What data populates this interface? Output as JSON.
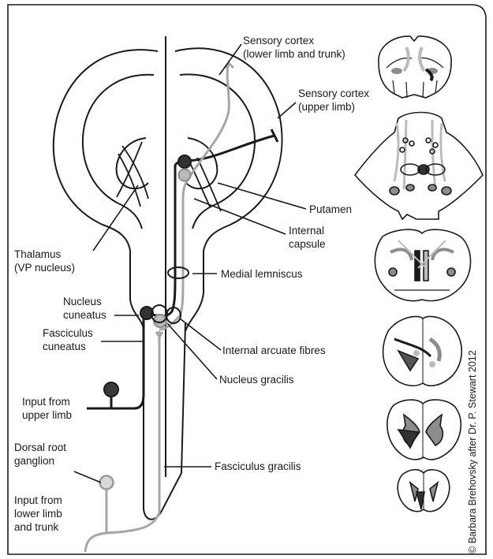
{
  "labels": {
    "sensory_cortex_lower": [
      "Sensory cortex",
      "(lower limb and trunk)"
    ],
    "sensory_cortex_upper": [
      "Sensory cortex",
      "(upper limb)"
    ],
    "putamen": "Putamen",
    "internal_capsule": [
      "Internal",
      "capsule"
    ],
    "thalamus": [
      "Thalamus",
      "(VP nucleus)"
    ],
    "medial_lemniscus": "Medial lemniscus",
    "nucleus_cuneatus": [
      "Nucleus",
      "cuneatus"
    ],
    "internal_arcuate_fibres": "Internal arcuate fibres",
    "fasciculus_cuneatus": [
      "Fasciculus",
      "cuneatus"
    ],
    "nucleus_gracilis": "Nucleus gracilis",
    "input_upper_limb": [
      "Input from",
      "upper limb"
    ],
    "dorsal_root_ganglion": [
      "Dorsal root",
      "ganglion"
    ],
    "fasciculus_gracilis": "Fasciculus gracilis",
    "input_lower_limb": [
      "Input from",
      "lower limb",
      "and trunk"
    ]
  },
  "credit": "© Barbara Brehovsky after Dr. P. Stewart 2012",
  "colors": {
    "pathway_upper_limb": "#1a1a1a",
    "pathway_lower_limb": "#a6a6a6",
    "outline": "#1a1a1a",
    "shading": "#8c8c8c"
  }
}
